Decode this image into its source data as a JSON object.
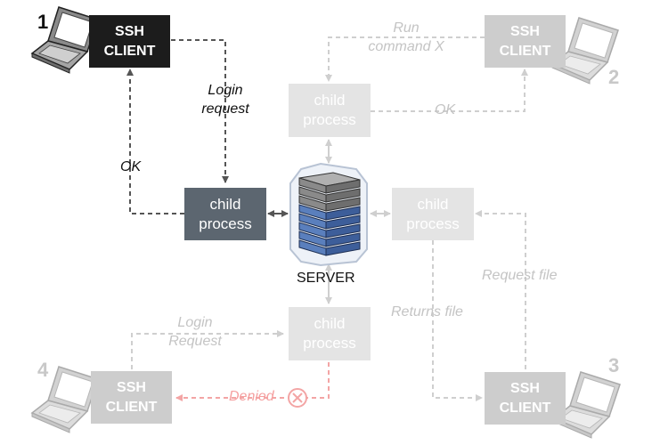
{
  "colors": {
    "active_client": "#1c1c1c",
    "active_process": "#5c6670",
    "faded_box": "#e4e4e4",
    "faded_client": "#cdcdcd",
    "faint_text": "#c4c4c4",
    "denied": "#f5a0a0",
    "rack_blue": "#4b6fae",
    "rack_gray": "#7d7d7d"
  },
  "server": {
    "label": "SERVER",
    "icon": "server-rack-icon"
  },
  "clients": [
    {
      "number": "1",
      "line1": "SSH",
      "line2": "CLIENT",
      "state": "active",
      "icon": "laptop-icon"
    },
    {
      "number": "2",
      "line1": "SSH",
      "line2": "CLIENT",
      "state": "faded",
      "icon": "laptop-icon"
    },
    {
      "number": "3",
      "line1": "SSH",
      "line2": "CLIENT",
      "state": "faded",
      "icon": "laptop-icon"
    },
    {
      "number": "4",
      "line1": "SSH",
      "line2": "CLIENT",
      "state": "faded",
      "icon": "laptop-icon"
    }
  ],
  "processes": [
    {
      "line1": "child",
      "line2": "process",
      "state": "active"
    },
    {
      "line1": "child",
      "line2": "process",
      "state": "faded"
    },
    {
      "line1": "child",
      "line2": "process",
      "state": "faded"
    },
    {
      "line1": "child",
      "line2": "process",
      "state": "faded"
    }
  ],
  "labels": {
    "login_request": [
      "Login",
      "request"
    ],
    "ok_1": "OK",
    "run_command": [
      "Run",
      "command X"
    ],
    "ok_2": "OK",
    "request_file": "Request file",
    "returns_file": "Returns file",
    "login_request_4": [
      "Login",
      "Request"
    ],
    "denied": "Denied",
    "denied_icon": "x-circle-icon"
  }
}
